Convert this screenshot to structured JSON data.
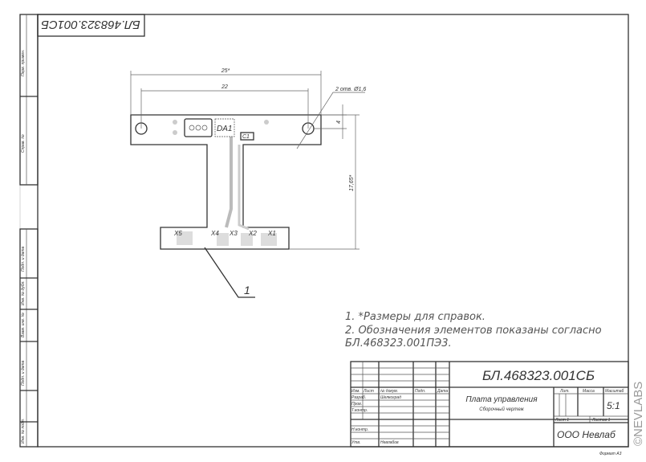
{
  "document_code": "БЛ.468323.001СБ",
  "document_code_rotated": "БЛ.468323.001СБ",
  "left_strip": [
    "Перв. примен.",
    "Справ. №",
    "Подп. и дата",
    "Инв. № дубл.",
    "Взам. инв. №",
    "Подп. и дата",
    "Инв. № подл."
  ],
  "dimensions": {
    "overall_width": "25*",
    "hole_spacing": "22",
    "holes": "2 отв. Ø1,6",
    "hole_offset": "4",
    "height": "17,65*"
  },
  "components": {
    "ic": "DA1",
    "cap": "C1",
    "pads": [
      "X5",
      "X4",
      "X3",
      "X2",
      "X1"
    ],
    "callout": "1"
  },
  "notes": [
    "1.  *Размеры для справок.",
    "2.  Обозначения элементов показаны согласно",
    "БЛ.468323.001ПЭ3."
  ],
  "title_block": {
    "headers": [
      "Изм.",
      "Лист",
      "№ докум.",
      "Подп.",
      "Дата"
    ],
    "roles": [
      "Разраб.",
      "Пров.",
      "Н.контр.",
      "Утв.",
      "Т.контр."
    ],
    "names": {
      "developer": "Шелкоград",
      "approver": "Невлабов"
    },
    "title": "Плата управления",
    "subtitle": "Сборочный чертеж",
    "lit_label": "Лит.",
    "mass_label": "Масса",
    "scale_label": "Масштаб",
    "scale_value": "5:1",
    "sheet": "Лист 1",
    "sheets": "Листов 1",
    "company": "ООО Невлаб",
    "format": "Формат А3"
  },
  "watermark": "©NEVLABS"
}
